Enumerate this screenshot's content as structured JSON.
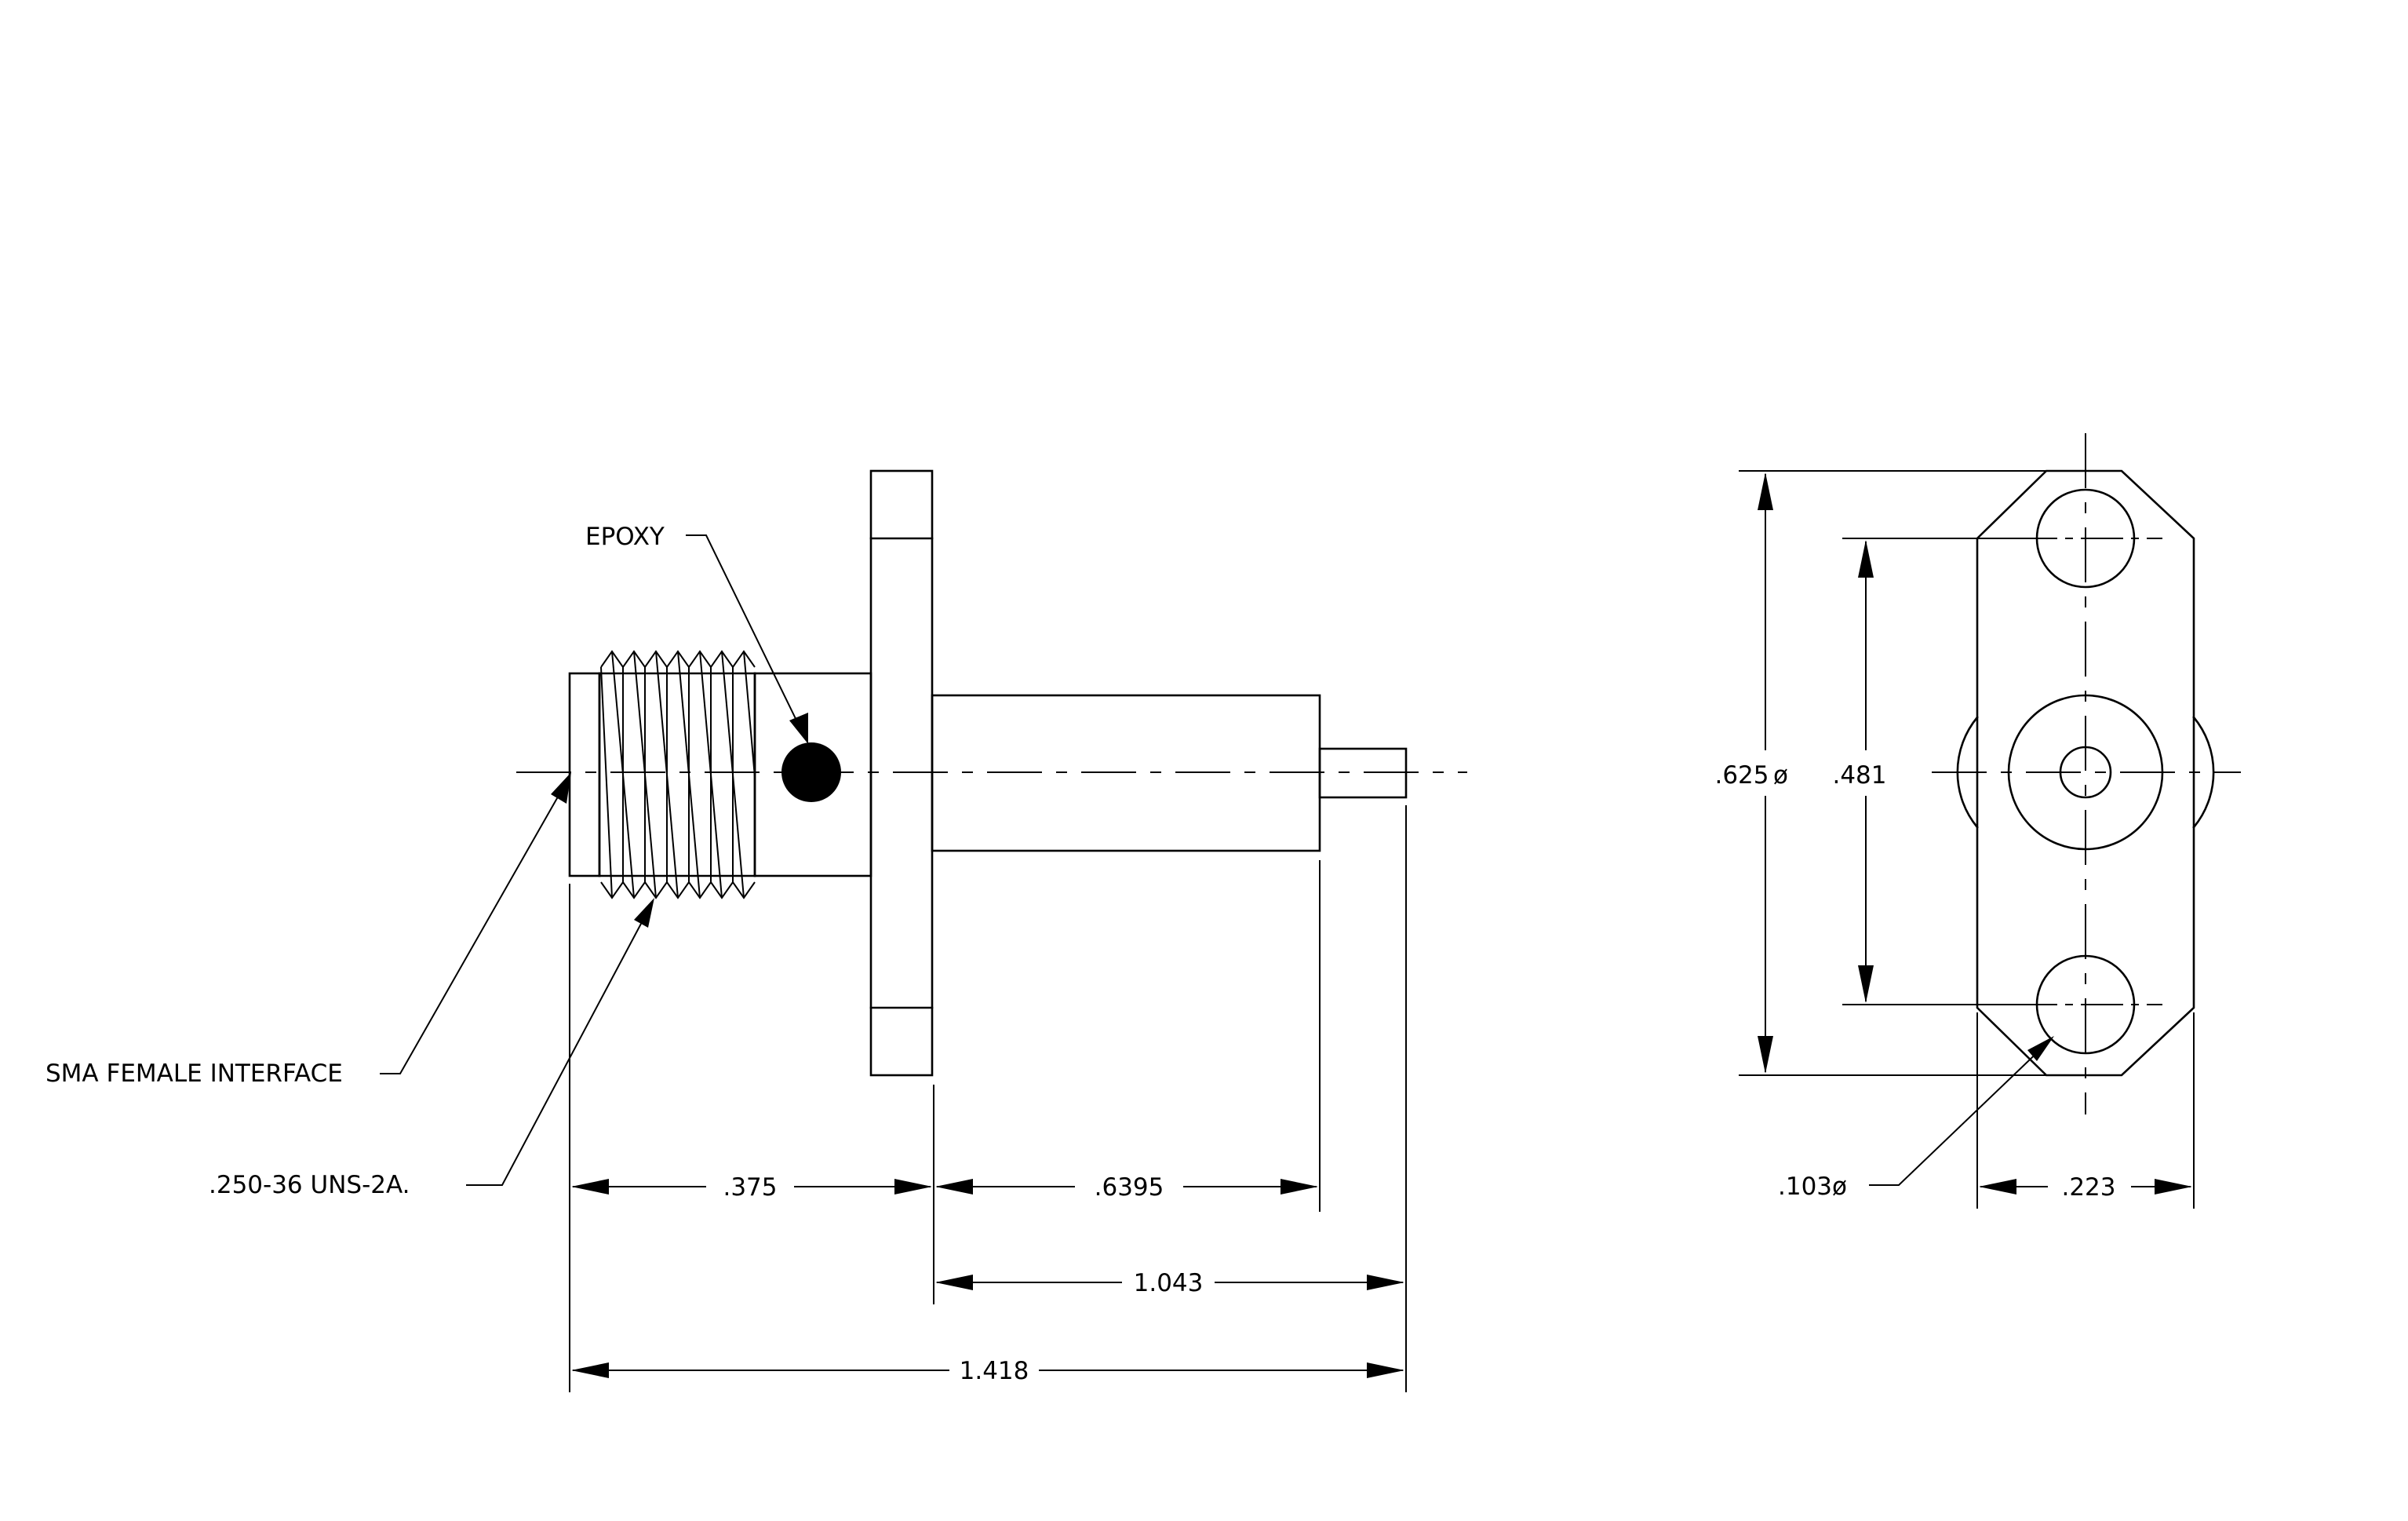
{
  "labels": {
    "epoxy": "EPOXY",
    "sma_interface": "SMA FEMALE INTERFACE",
    "thread_spec": ".250-36 UNS-2A.",
    "hole_dia": ".103ø"
  },
  "dimensions": {
    "flange_offset": ".375",
    "body_length": ".6395",
    "rear_length": "1.043",
    "overall_length": "1.418",
    "flange_height": ".625",
    "flange_height_symbol": "ø",
    "hole_spacing": ".481",
    "flange_width": ".223"
  }
}
